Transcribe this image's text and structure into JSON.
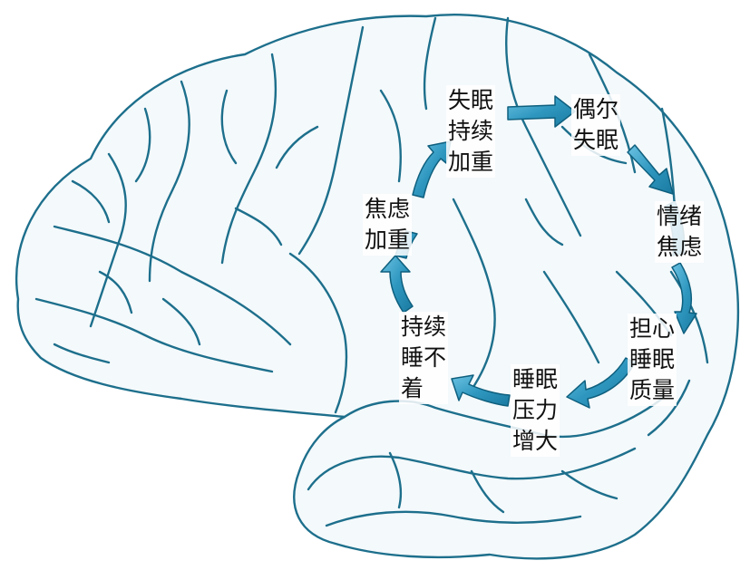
{
  "colors": {
    "brain_outline": "#1d6f8c",
    "brain_fill": "#f4f9fb",
    "arrow_fill": "#2f97bf",
    "arrow_edge": "#0e5f7e",
    "text": "#111111"
  },
  "cycle": [
    {
      "id": "insomnia-persists",
      "lines": [
        "失眠",
        "持续",
        "加重"
      ]
    },
    {
      "id": "occasional-insomnia",
      "lines": [
        "偶尔",
        "失眠"
      ]
    },
    {
      "id": "mood-anxiety",
      "lines": [
        "情绪",
        "焦虑"
      ]
    },
    {
      "id": "worry-sleep-quality",
      "lines": [
        "担心",
        "睡眠",
        "质量"
      ]
    },
    {
      "id": "sleep-pressure",
      "lines": [
        "睡眠",
        "压力",
        "增大"
      ]
    },
    {
      "id": "cannot-fall-asleep",
      "lines": [
        "持续",
        "睡不",
        "着"
      ]
    },
    {
      "id": "anxiety-worsens",
      "lines": [
        "焦虑",
        "加重"
      ]
    }
  ]
}
